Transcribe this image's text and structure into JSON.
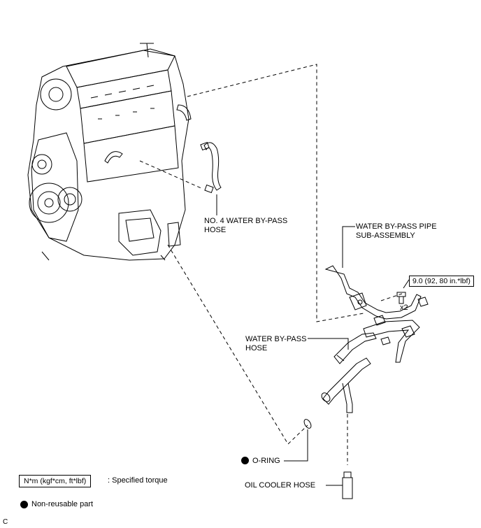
{
  "labels": {
    "no4_hose": "NO. 4 WATER BY-PASS\nHOSE",
    "pipe_sub_assembly": "WATER BY-PASS PIPE\nSUB-ASSEMBLY",
    "bypass_hose": "WATER BY-PASS\nHOSE",
    "o_ring": "O-RING",
    "oil_cooler_hose": "OIL COOLER HOSE",
    "bolt_qty": "x2",
    "figure_code": "C"
  },
  "torque_spec": {
    "value": "9.0 (92, 80 in.*lbf)"
  },
  "legend": {
    "torque_box": "N*m (kgf*cm, ft*lbf)",
    "torque_text": ": Specified torque",
    "nonreusable_text": "Non-reusable part"
  },
  "colors": {
    "line": "#000000",
    "background": "#ffffff"
  }
}
